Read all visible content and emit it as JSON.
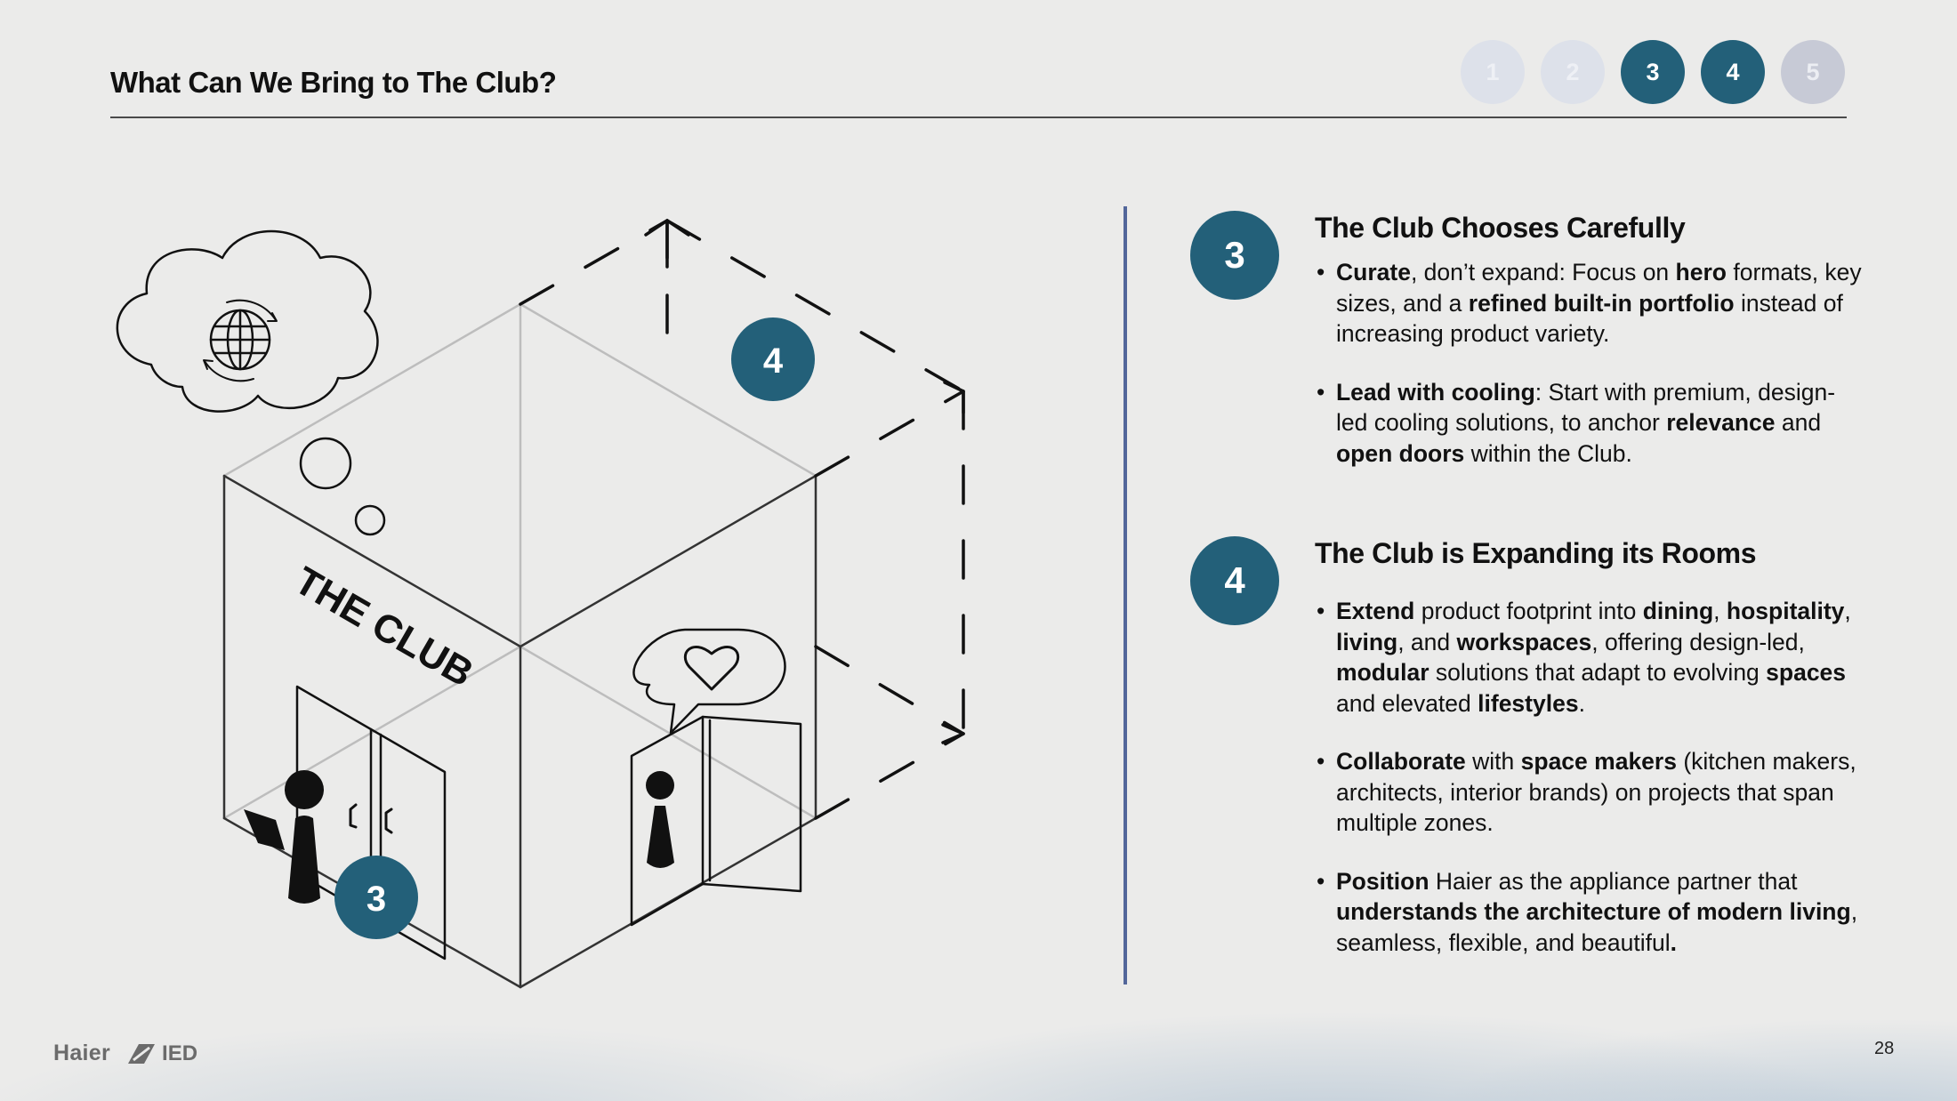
{
  "header": {
    "title": "What Can We Bring to The Club?",
    "pager": [
      "1",
      "2",
      "3",
      "4",
      "5"
    ]
  },
  "illustration": {
    "sign_text": "THE CLUB",
    "marker_3": "3",
    "marker_4": "4"
  },
  "sections": [
    {
      "number": "3",
      "title": "The Club Chooses Carefully",
      "bullets": [
        [
          {
            "t": "Curate",
            "b": true
          },
          {
            "t": ", don’t expand: Focus on "
          },
          {
            "t": "hero",
            "b": true
          },
          {
            "t": " formats, key sizes, and a "
          },
          {
            "t": "refined built-in portfolio",
            "b": true
          },
          {
            "t": " instead of increasing product variety."
          }
        ],
        [
          {
            "t": "Lead with cooling",
            "b": true
          },
          {
            "t": ": Start with premium, design-led cooling solutions, to anchor "
          },
          {
            "t": "relevance",
            "b": true
          },
          {
            "t": " and "
          },
          {
            "t": "open doors",
            "b": true
          },
          {
            "t": " within the Club."
          }
        ]
      ]
    },
    {
      "number": "4",
      "title": "The Club is Expanding its Rooms",
      "bullets": [
        [
          {
            "t": "Extend",
            "b": true
          },
          {
            "t": " product footprint into "
          },
          {
            "t": "dining",
            "b": true
          },
          {
            "t": ", "
          },
          {
            "t": "hospitality",
            "b": true
          },
          {
            "t": ", "
          },
          {
            "t": "living",
            "b": true
          },
          {
            "t": ", and "
          },
          {
            "t": "workspaces",
            "b": true
          },
          {
            "t": ", offering design-led, "
          },
          {
            "t": "modular",
            "b": true
          },
          {
            "t": " solutions that adapt to evolving "
          },
          {
            "t": "spaces",
            "b": true
          },
          {
            "t": " and elevated "
          },
          {
            "t": "lifestyles",
            "b": true
          },
          {
            "t": "."
          }
        ],
        [
          {
            "t": "Collaborate",
            "b": true
          },
          {
            "t": " with "
          },
          {
            "t": "space makers",
            "b": true
          },
          {
            "t": " (kitchen makers, architects, interior brands) on projects that span multiple zones."
          }
        ],
        [
          {
            "t": "Position",
            "b": true
          },
          {
            "t": " Haier as the appliance partner that "
          },
          {
            "t": "understands the architecture of modern living",
            "b": true
          },
          {
            "t": ", seamless, flexible, and beautiful"
          },
          {
            "t": ".",
            "b": true
          }
        ]
      ]
    }
  ],
  "footer": {
    "brand": "Haier",
    "partner": "IED",
    "page_number": "28"
  },
  "colors": {
    "accent": "#236079",
    "divider": "#52669a",
    "pager_faint": "#dde1ea",
    "pager_grey": "#c7cad6"
  },
  "icons": [
    "globe-icon",
    "heart-icon",
    "person-icon",
    "door-icon",
    "arrow-up-icon",
    "arrow-right-icon",
    "ied-logo-icon"
  ]
}
